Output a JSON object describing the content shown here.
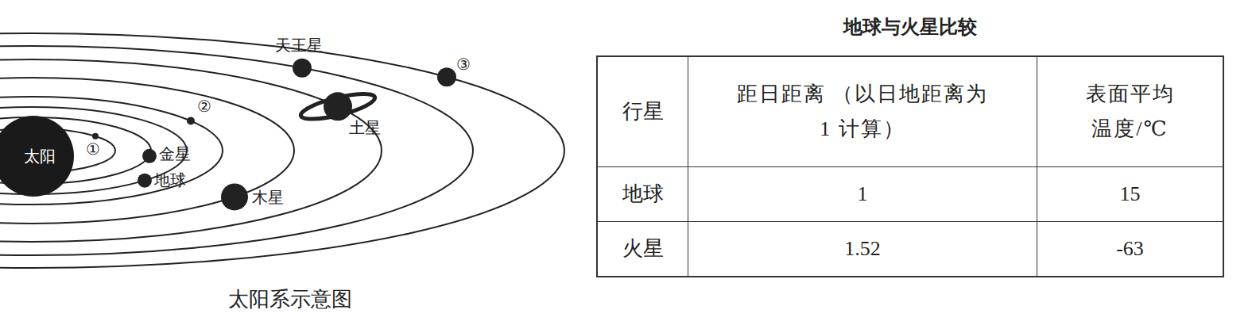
{
  "diagram": {
    "title": "地球与火星比较",
    "caption": "太阳系示意图",
    "nodes": [
      {
        "text": [
          "太阳"
        ]
      }
    ],
    "labels": [
      "①",
      "金星",
      "②",
      "地球",
      "木星",
      "土星",
      "天王星",
      "③",
      "行星",
      "距日距离 （以日地距离为 1 计算）",
      "表面平均 温度/℃",
      "地球",
      "1",
      "15",
      "火星",
      "1.52",
      "-63"
    ]
  }
}
